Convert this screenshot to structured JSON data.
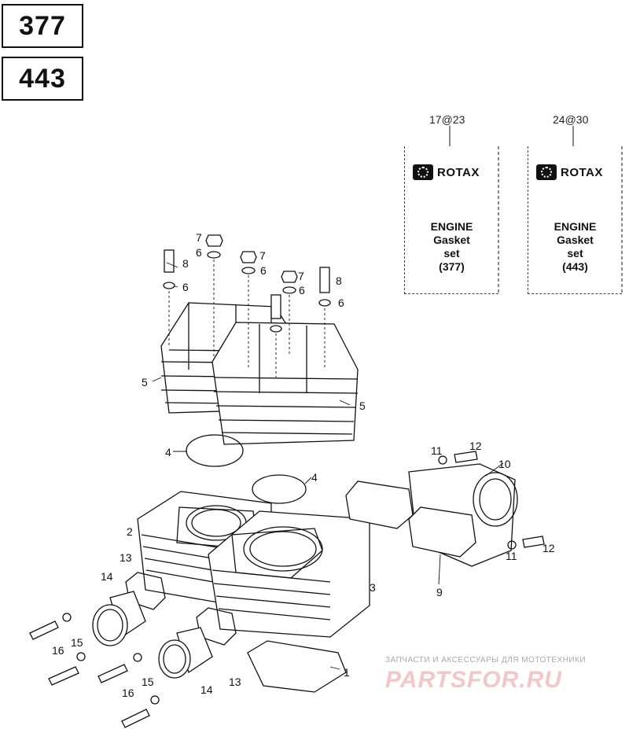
{
  "models": [
    "377",
    "443"
  ],
  "kits": [
    {
      "ref": "17@23",
      "brand": "ROTAX",
      "line1": "ENGINE",
      "line2": "Gasket",
      "line3": "set",
      "line4": "(377)"
    },
    {
      "ref": "24@30",
      "brand": "ROTAX",
      "line1": "ENGINE",
      "line2": "Gasket",
      "line3": "set",
      "line4": "(443)"
    }
  ],
  "callouts": {
    "c1": "1",
    "c2": "2",
    "c3": "3",
    "c4a": "4",
    "c4b": "4",
    "c5a": "5",
    "c5b": "5",
    "c6a": "6",
    "c6b": "6",
    "c6c": "6",
    "c6d": "6",
    "c6e": "6",
    "c7a": "7",
    "c7b": "7",
    "c7c": "7",
    "c8a": "8",
    "c8b": "8",
    "c9": "9",
    "c10": "10",
    "c11a": "11",
    "c11b": "11",
    "c12a": "12",
    "c12b": "12",
    "c13a": "13",
    "c13b": "13",
    "c14a": "14",
    "c14b": "14",
    "c15a": "15",
    "c15b": "15",
    "c16a": "16",
    "c16b": "16"
  },
  "watermark": {
    "top": "ЗАПЧАСТИ И АКСЕССУАРЫ ДЛЯ МОТОТЕХНИКИ",
    "brand": "PARTSFOR.RU"
  }
}
